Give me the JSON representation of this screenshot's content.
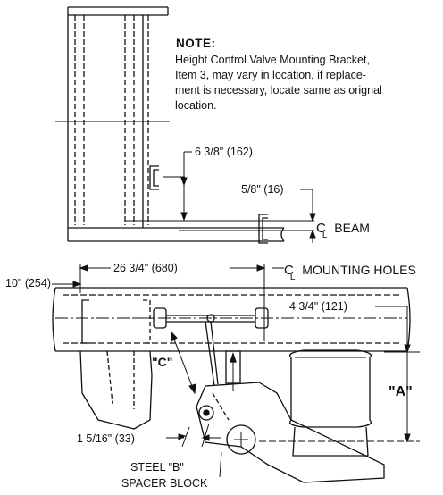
{
  "note": {
    "title": "NOTE:",
    "lines": [
      "Height Control Valve Mounting Bracket,",
      "Item 3, may vary in location, if replace-",
      "ment is necessary, locate same as orignal",
      "location."
    ]
  },
  "dimensions": {
    "d1": "6 3/8\" (162)",
    "d2": "5/8\" (16)",
    "d3": "10\" (254)",
    "d4": "26 3/4\" (680)",
    "d5": "4 3/4\" (121)",
    "d6": "1 5/16\" (33)"
  },
  "labels": {
    "cl_symbol": "C",
    "cl_sub": "L",
    "beam": "BEAM",
    "mounting_holes": "MOUNTING HOLES",
    "c_label": "\"C\"",
    "a_label": "\"A\"",
    "steel_b": "STEEL \"B\"",
    "spacer_block": "SPACER BLOCK"
  }
}
